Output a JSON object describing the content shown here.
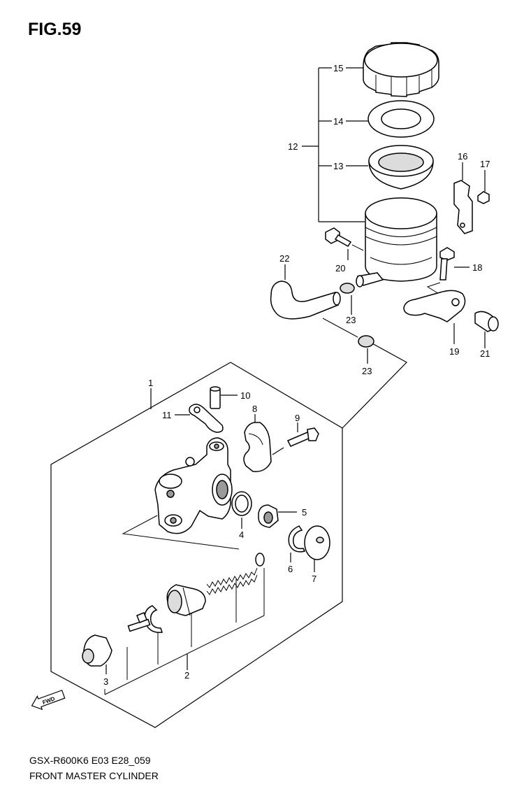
{
  "figure": {
    "title": "FIG.59",
    "model_code": "GSX-R600K6 E03 E28_059",
    "description": "FRONT MASTER CYLINDER",
    "fwd_label": "FWD"
  },
  "callouts": {
    "c1": "1",
    "c2": "2",
    "c3": "3",
    "c4": "4",
    "c5": "5",
    "c6": "6",
    "c7": "7",
    "c8": "8",
    "c9": "9",
    "c10": "10",
    "c11": "11",
    "c12": "12",
    "c13": "13",
    "c14": "14",
    "c15": "15",
    "c16": "16",
    "c17": "17",
    "c18": "18",
    "c19": "19",
    "c20": "20",
    "c21": "21",
    "c22": "22",
    "c23a": "23",
    "c23b": "23"
  }
}
